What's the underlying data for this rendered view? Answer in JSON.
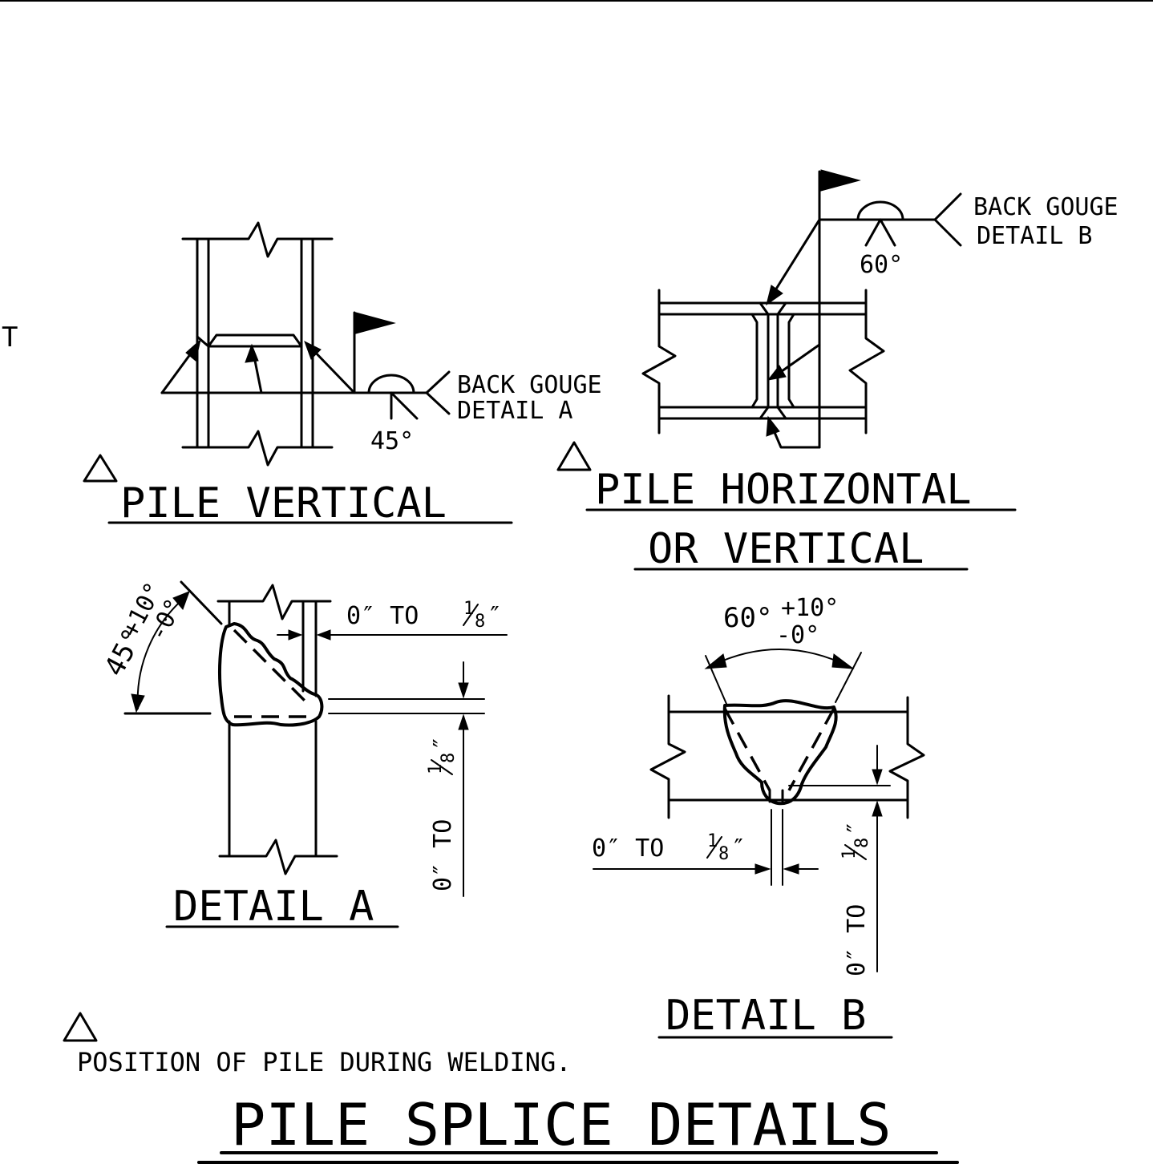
{
  "fragment_left": "T",
  "pile_vertical": {
    "title": "PILE VERTICAL",
    "weld_note_line1": "BACK GOUGE",
    "weld_note_line2": "DETAIL A",
    "angle": "45°"
  },
  "pile_horizontal": {
    "title_line1": "PILE HORIZONTAL",
    "title_line2": "OR VERTICAL",
    "weld_note_line1": "BACK GOUGE",
    "weld_note_line2": "DETAIL B",
    "angle": "60°"
  },
  "detail_a": {
    "title": "DETAIL A",
    "angle_main": "45°",
    "angle_tol_plus": "+10°",
    "angle_tol_minus": "-0°",
    "gap_h_prefix": "0″ TO ",
    "gap_v_prefix": "0″ TO ",
    "frac_num": "1",
    "frac_den": "8",
    "inch": "″"
  },
  "detail_b": {
    "title": "DETAIL B",
    "angle_main": "60°",
    "angle_tol_plus": "+10°",
    "angle_tol_minus": "-0°",
    "gap_h_prefix": "0″ TO ",
    "gap_v_prefix": "0″ TO ",
    "frac_num": "1",
    "frac_den": "8",
    "inch": "″"
  },
  "footnote": "POSITION OF PILE DURING WELDING.",
  "sheet_title": "PILE SPLICE DETAILS"
}
